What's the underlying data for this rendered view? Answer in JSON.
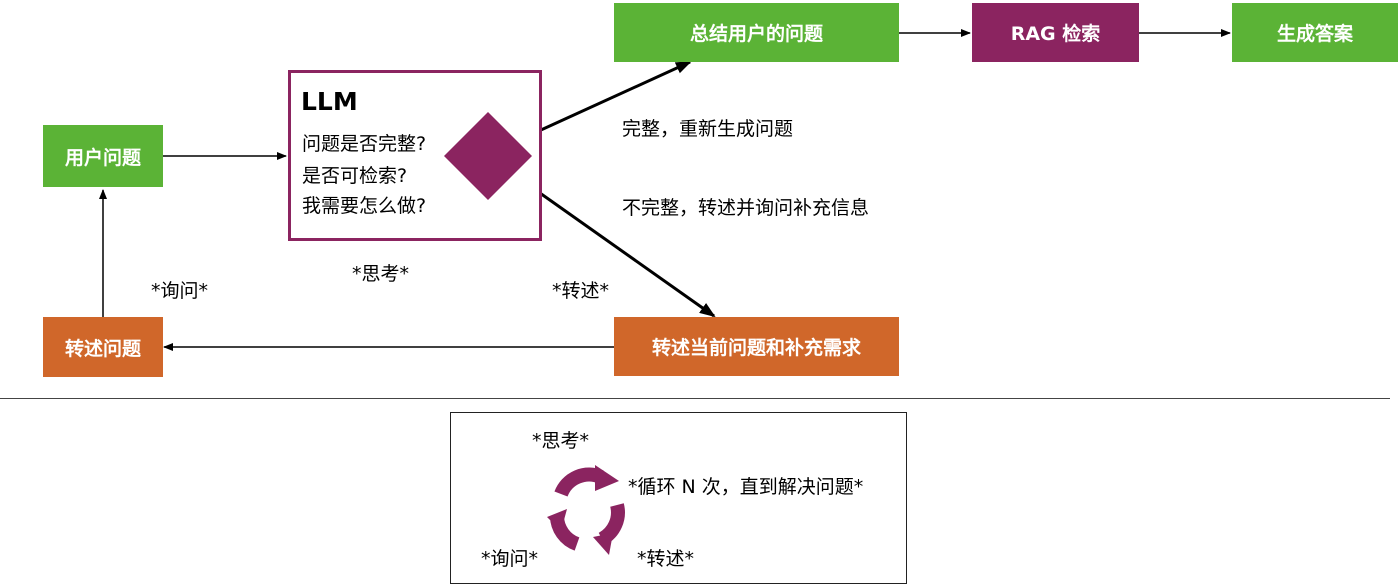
{
  "nodes": {
    "summarize_question": "总结用户的问题",
    "rag_search": "RAG 检索",
    "generate_answer": "生成答案",
    "user_question": "用户问题",
    "restate_question": "转述问题",
    "restate_current": "转述当前问题和补充需求"
  },
  "llm": {
    "title": "LLM",
    "lines": [
      "问题是否完整?",
      "是否可检索?",
      "我需要怎么做?"
    ]
  },
  "edge_labels": {
    "complete": "完整，重新生成问题",
    "incomplete": "不完整，转述并询问补充信息",
    "think": "*思考*",
    "ask": "*询问*",
    "restate": "*转述*"
  },
  "legend": {
    "think": "*思考*",
    "loop": "*循环 N 次，直到解决问题*",
    "ask": "*询问*",
    "restate": "*转述*"
  },
  "colors": {
    "green": "#5bb336",
    "purple": "#8b2460",
    "orange": "#d0672a"
  }
}
